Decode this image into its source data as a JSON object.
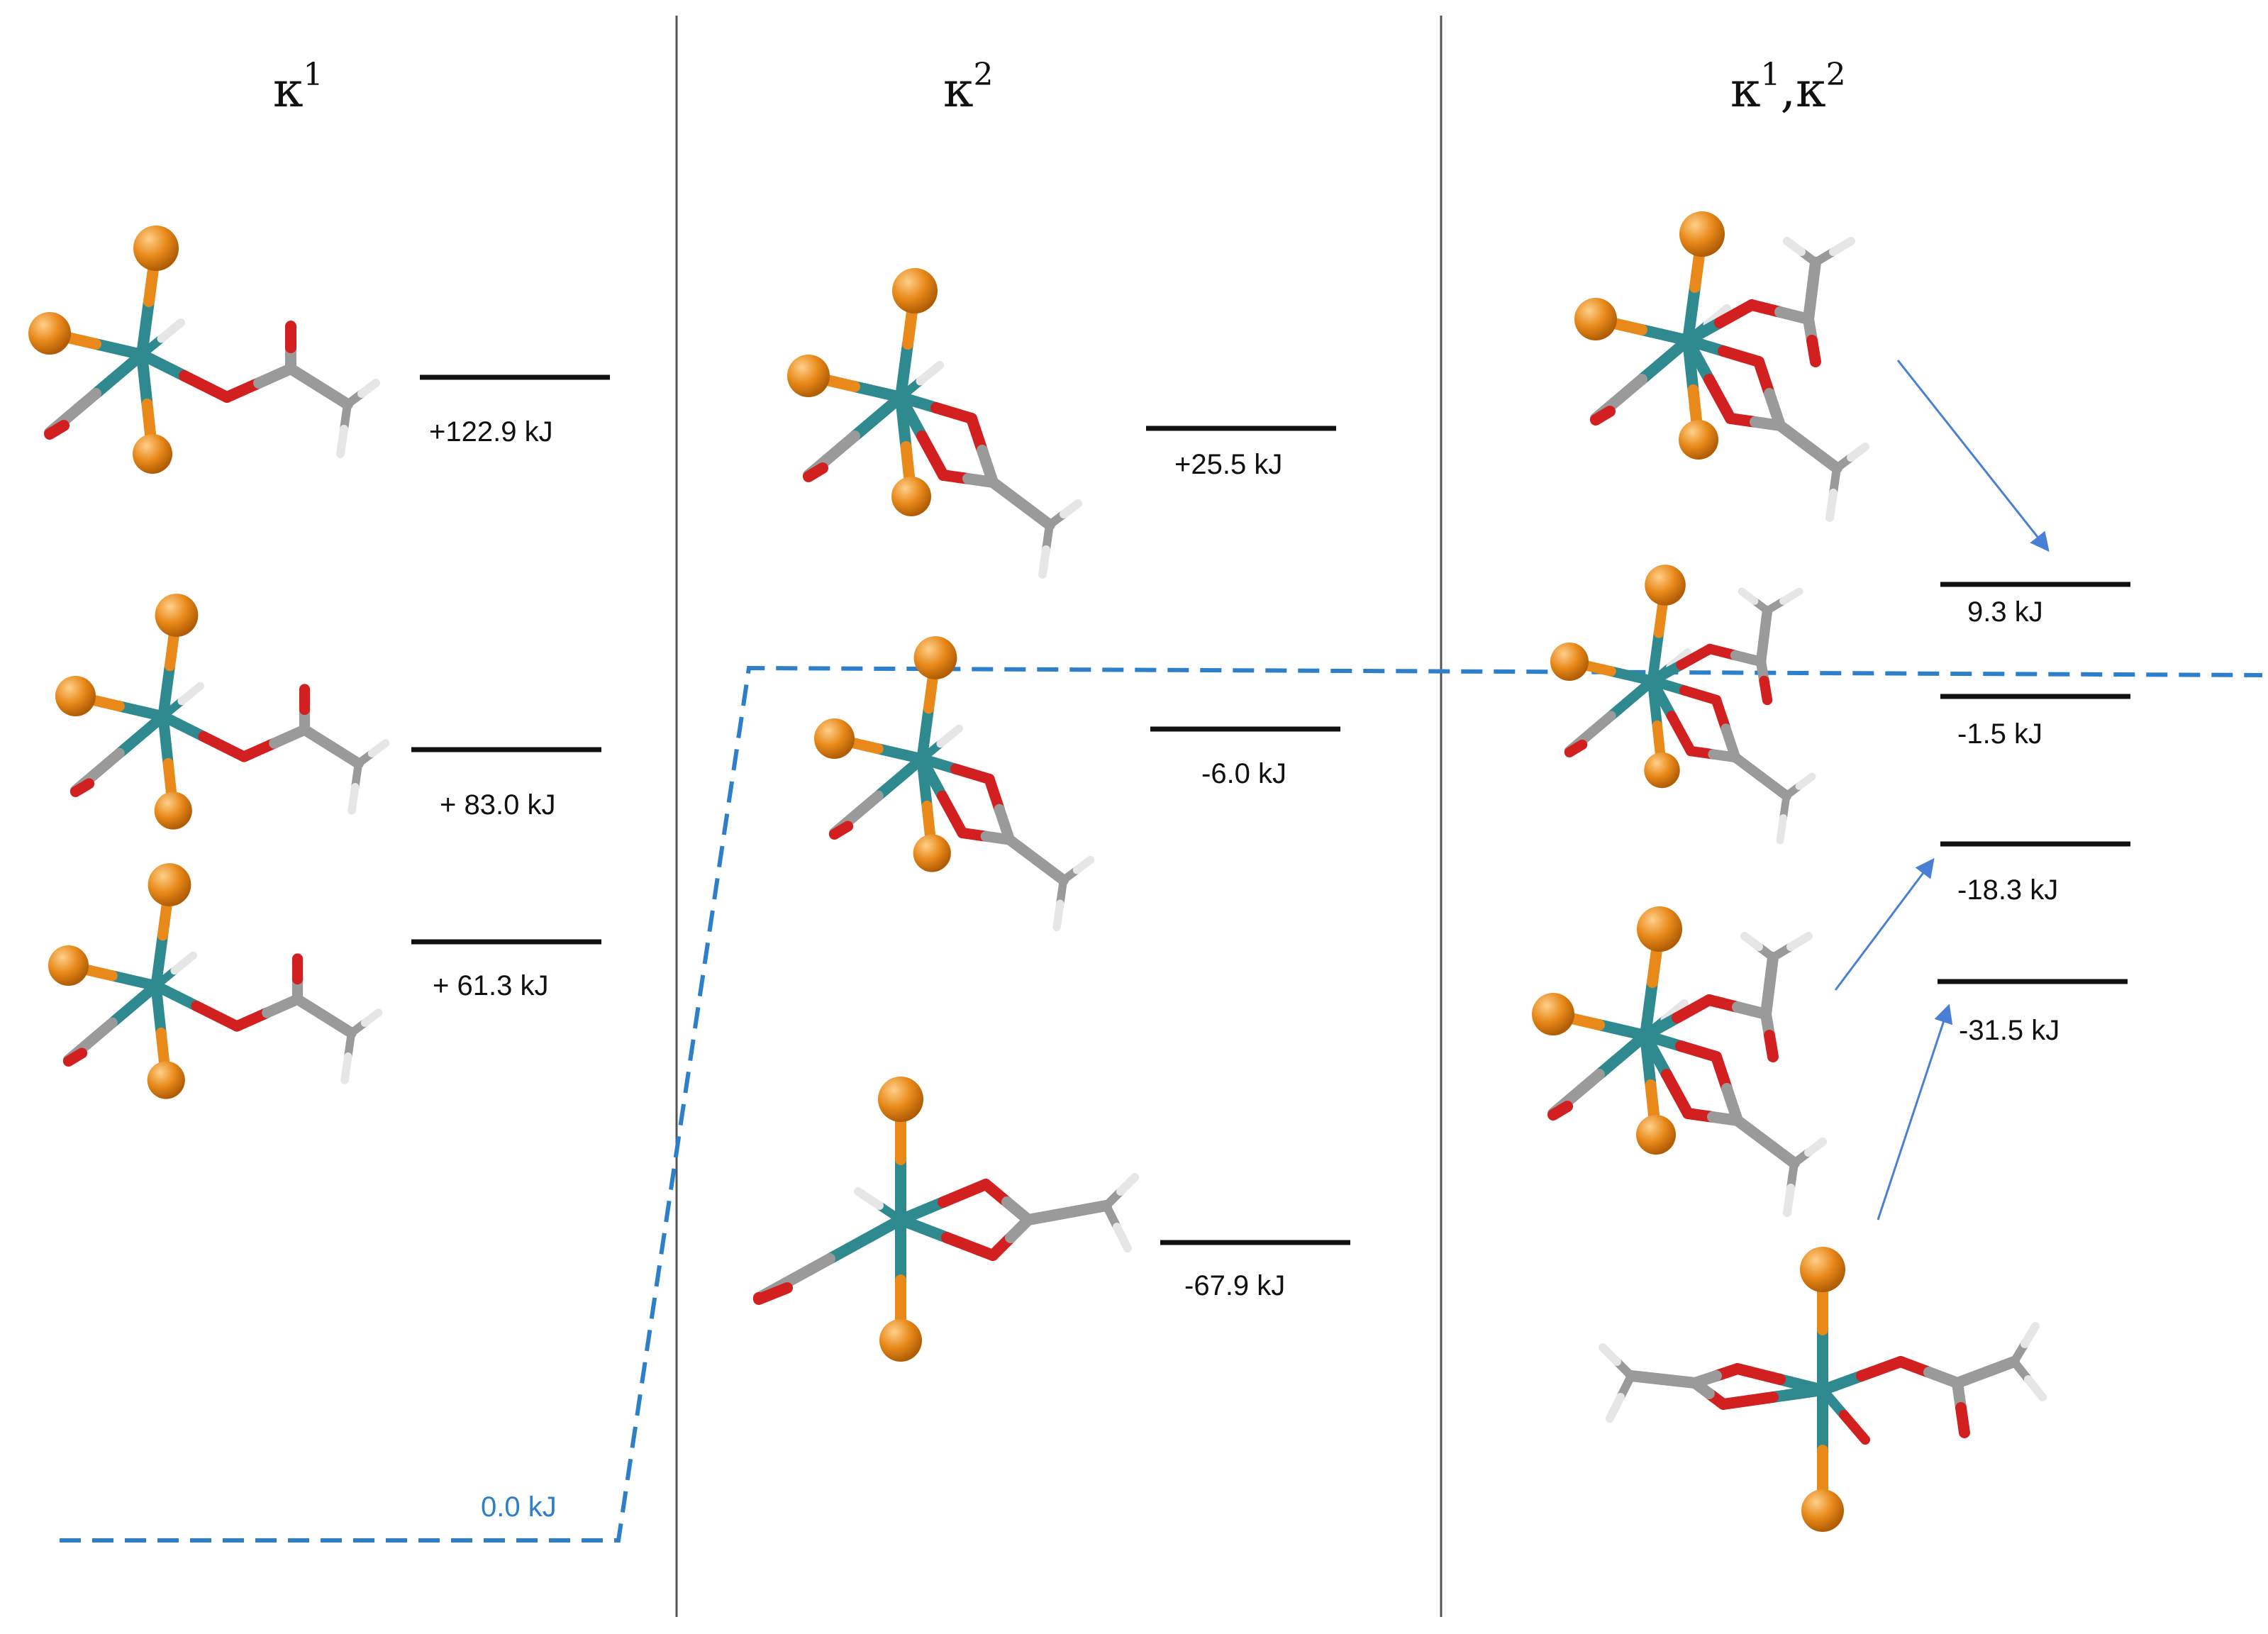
{
  "columns": [
    {
      "symbol": "κ",
      "sup": "1"
    },
    {
      "symbol": "κ",
      "sup": "2"
    },
    {
      "part1": "κ",
      "sup1": "1",
      "sep": ",",
      "part2": "κ",
      "sup2": "2"
    }
  ],
  "energy_labels": {
    "k1": [
      "+122.9 kJ",
      "+ 83.0 kJ",
      "+ 61.3 kJ"
    ],
    "k2": [
      "+25.5 kJ",
      "-6.0 kJ",
      "-67.9 kJ"
    ],
    "k1k2": [
      "9.3 kJ",
      "-1.5 kJ",
      "-18.3 kJ",
      "-31.5 kJ"
    ]
  },
  "reference_label": "0.0 kJ",
  "colors": {
    "reference_line": "#2d7fc9",
    "arrow": "#4a7fd6",
    "bromine": "#e8891a",
    "metal": "#2e8a8f",
    "oxygen": "#d21f1f",
    "carbon": "#9a9a9a",
    "hydrogen": "#e6e6e6",
    "hbond": "#6ee06e"
  },
  "icons": [
    "molecule-structure-icon"
  ]
}
